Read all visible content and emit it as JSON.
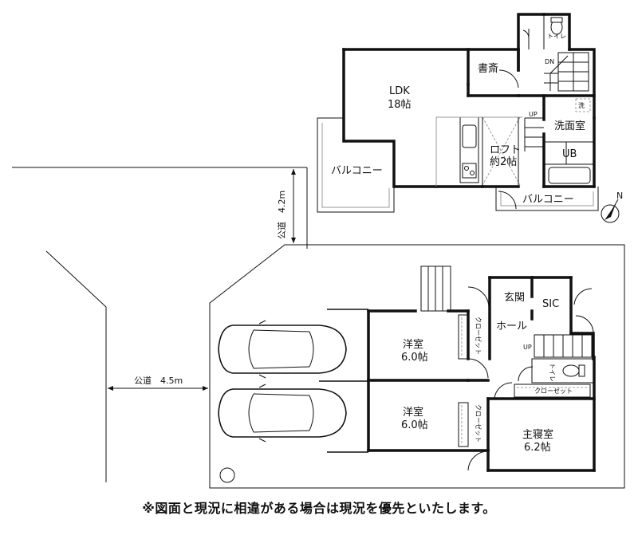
{
  "upper_floor": {
    "ldk": {
      "name": "LDK",
      "size": "18帖"
    },
    "study": "書斎",
    "toilet": "トイレ",
    "dn": "DN",
    "up": "UP",
    "wash_mark": "洗",
    "washroom": "洗面室",
    "ub": "UB",
    "loft": {
      "name": "ロフト",
      "size": "約2帖"
    },
    "balcony_left": "バルコニー",
    "balcony_right": "バルコニー"
  },
  "lower_floor": {
    "entrance": "玄関",
    "sic": "SIC",
    "hall": "ホール",
    "western_room_1": {
      "name": "洋室",
      "size": "6.0帖"
    },
    "western_room_2": {
      "name": "洋室",
      "size": "6.0帖"
    },
    "closet_1": "クローゼット",
    "closet_2": "クローゼット",
    "closet_master": "クローゼット",
    "toilet": "トイレ",
    "up": "UP",
    "master_bedroom": {
      "name": "主寝室",
      "size": "6.2帖"
    }
  },
  "roads": {
    "north_road": "公道　4.2m",
    "west_road": "公道　4.5m"
  },
  "compass": "N",
  "note": "※図面と現況に相違がある場合は現況を優先といたします。"
}
